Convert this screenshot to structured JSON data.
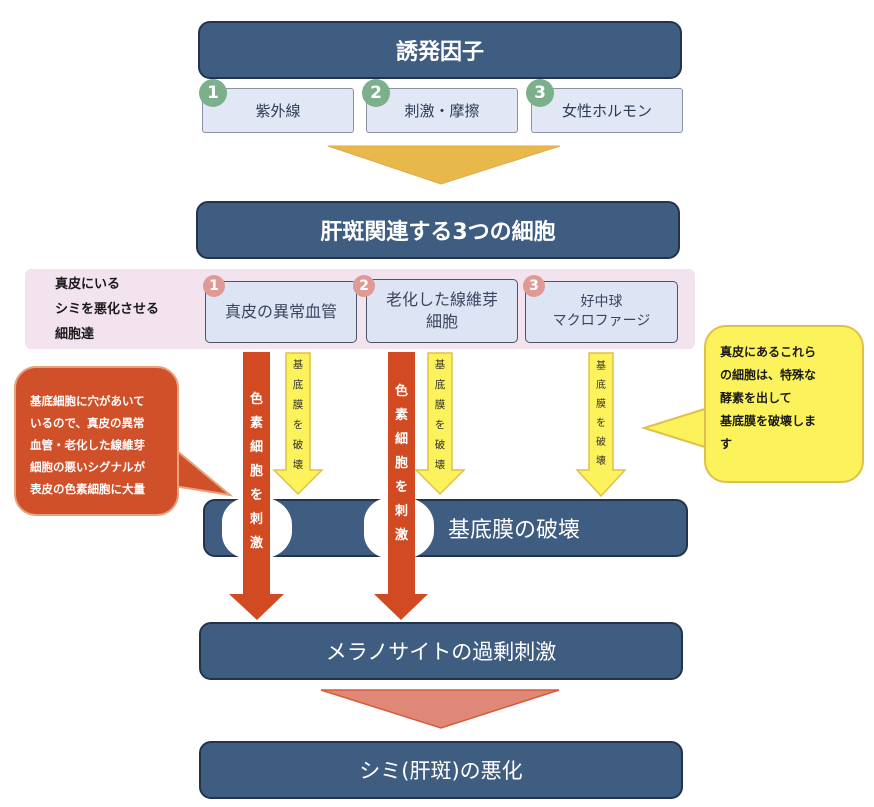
{
  "title_box": {
    "label": "誘発因子"
  },
  "factors": [
    {
      "number": "1",
      "label": "紫外線"
    },
    {
      "number": "2",
      "label": "刺激・摩擦"
    },
    {
      "number": "3",
      "label": "女性ホルモン"
    }
  ],
  "cells_header": {
    "label": "肝斑関連する3つの細胞"
  },
  "cells_side_label": {
    "lines": [
      "真皮にいる",
      "シミを悪化させる",
      "細胞達"
    ]
  },
  "cells": [
    {
      "number": "1",
      "lines": [
        "真皮の異常血管"
      ]
    },
    {
      "number": "2",
      "lines": [
        "老化した線維芽",
        "細胞"
      ]
    },
    {
      "number": "3",
      "lines": [
        "好中球",
        "マクロファージ"
      ]
    }
  ],
  "red_arrows": [
    {
      "chars": [
        "色",
        "素",
        "細",
        "胞",
        "を",
        "刺",
        "激"
      ]
    },
    {
      "chars": [
        "色",
        "素",
        "細",
        "胞",
        "を",
        "刺",
        "激"
      ]
    }
  ],
  "yellow_arrows": [
    {
      "chars": [
        "基",
        "底",
        "膜",
        "を",
        "破",
        "壊"
      ]
    },
    {
      "chars": [
        "基",
        "底",
        "膜",
        "を",
        "破",
        "壊"
      ]
    },
    {
      "chars": [
        "基",
        "底",
        "膜",
        "を",
        "破",
        "壊"
      ]
    }
  ],
  "red_bubble": {
    "lines": [
      "基底細胞に穴があいて",
      "いるので、真皮の異常",
      "血管・老化した線維芽",
      "細胞の悪いシグナルが",
      "表皮の色素細胞に大量"
    ]
  },
  "yellow_bubble": {
    "lines": [
      "真皮にあるこれら",
      "の細胞は、特殊な",
      "酵素を出して",
      "基底膜を破壊しま",
      "す"
    ]
  },
  "basement_box": {
    "label": "基底膜の破壊"
  },
  "melanocyte_box": {
    "label": "メラノサイトの過剰刺激"
  },
  "result_box": {
    "label": "シミ(肝斑)の悪化"
  },
  "colors": {
    "navy": "#3f5d80",
    "navy_border": "#22344c",
    "green_badge": "#7bb08a",
    "pink_badge": "#e09a96",
    "red_arrow": "#d14a22",
    "yellow_arrow": "#fbf25c",
    "gold_chevron": "#e8b84a",
    "salmon_chevron": "#e08878",
    "cells_band": "#f3e3ef"
  }
}
